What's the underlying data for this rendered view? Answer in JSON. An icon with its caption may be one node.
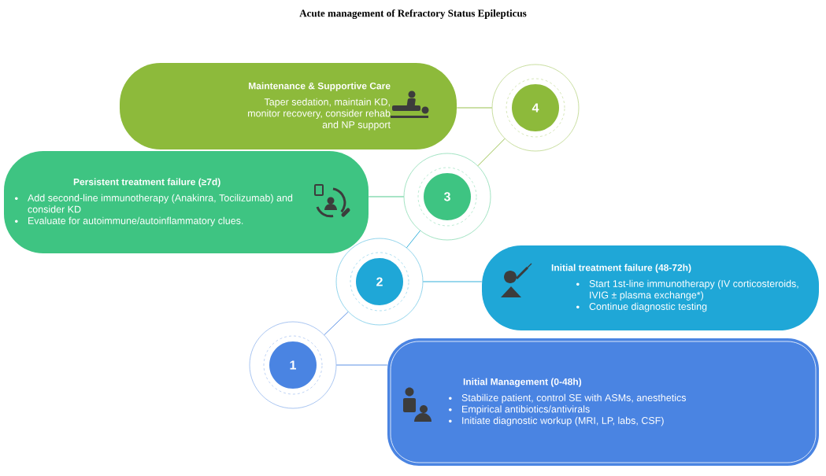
{
  "diagram": {
    "title": "Acute management of Refractory Status Epilepticus",
    "nodes": [
      {
        "text": [
          "Maintenance & Supportive Care",
          "Taper sedation, maintain KD, monitor recovery, consider rehab and NP support"
        ]
      },
      {
        "text": [
          "4"
        ]
      },
      {
        "text": [
          "Persistent treatment failure (≥7d)",
          "Add second-line immunotherapy (Anakinra, Tocilizumab) and consider KD",
          "Evaluate for autoimmune/autoinflammatory clues."
        ]
      },
      {
        "text": [
          "3"
        ]
      },
      {
        "text": [
          "Initial treatment failure (48-72h)",
          "Start 1st-line immunotherapy (IV corticosteroids, IVIG ± plasma exchange*)",
          "Continue diagnostic testing"
        ]
      },
      {
        "text": [
          "2"
        ]
      },
      {
        "text": [
          "Initial Management (0-48h)",
          "Stabilize patient, control SE with ASMs, anesthetics",
          "Empirical antibiotics/antivirals",
          "Initiate diagnostic workup (MRI, LP, labs, CSF)"
        ]
      },
      {
        "text": [
          "1"
        ]
      }
    ],
    "edges": [
      {
        "from": 0,
        "to": 1,
        "arrow": "none",
        "color": "#8dba3b"
      },
      {
        "from": 2,
        "to": 3,
        "arrow": "none",
        "color": "#3ec482"
      },
      {
        "from": 4,
        "to": 5,
        "arrow": "none",
        "color": "#1fa7d7"
      },
      {
        "from": 6,
        "to": 7,
        "arrow": "none",
        "color": "#4a84e2"
      },
      {
        "from": 7,
        "to": 5,
        "arrow": "none",
        "color": "#4a84e2"
      },
      {
        "from": 5,
        "to": 3,
        "arrow": "none",
        "color": "#1fa7d7"
      },
      {
        "from": 3,
        "to": 1,
        "arrow": "none",
        "color": "#8dba3b"
      }
    ]
  }
}
